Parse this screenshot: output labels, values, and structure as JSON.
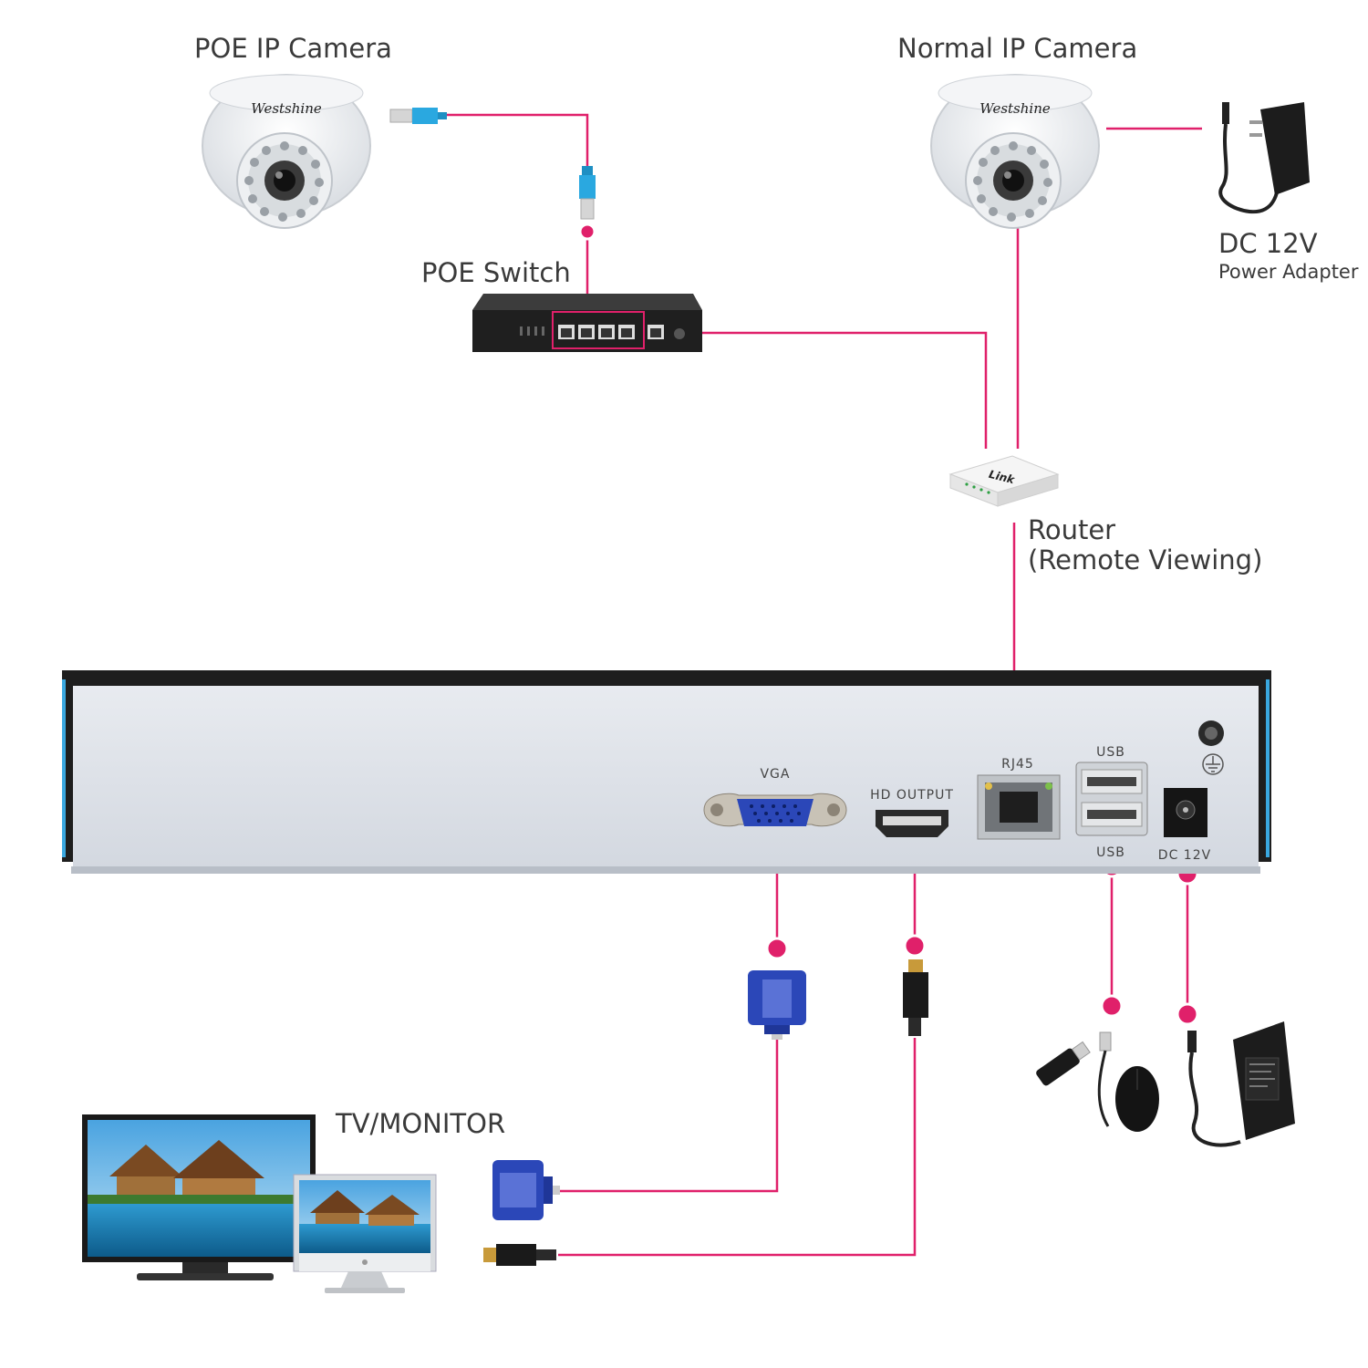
{
  "labels": {
    "poe_camera": "POE IP Camera",
    "normal_camera": "Normal IP Camera",
    "poe_switch": "POE Switch",
    "dc_adapter_title": "DC 12V",
    "dc_adapter_sub": "Power Adapter",
    "router_title": "Router",
    "router_sub": "(Remote Viewing)",
    "tv_monitor": "TV/MONITOR"
  },
  "camera_brand": "Westshine",
  "router_brand": "Link",
  "nvr_ports": {
    "vga": "VGA",
    "hdmi": "HD OUTPUT",
    "rj45": "RJ45",
    "usb_top": "USB",
    "usb_bottom": "USB",
    "dc": "DC 12V"
  },
  "colors": {
    "connector_line": "#e0206a",
    "vga_blue": "#2b47b8",
    "cable_blue": "#2aa8e0",
    "nvr_panel": "#dfe3ea",
    "nvr_frame": "#2a2a2a"
  }
}
